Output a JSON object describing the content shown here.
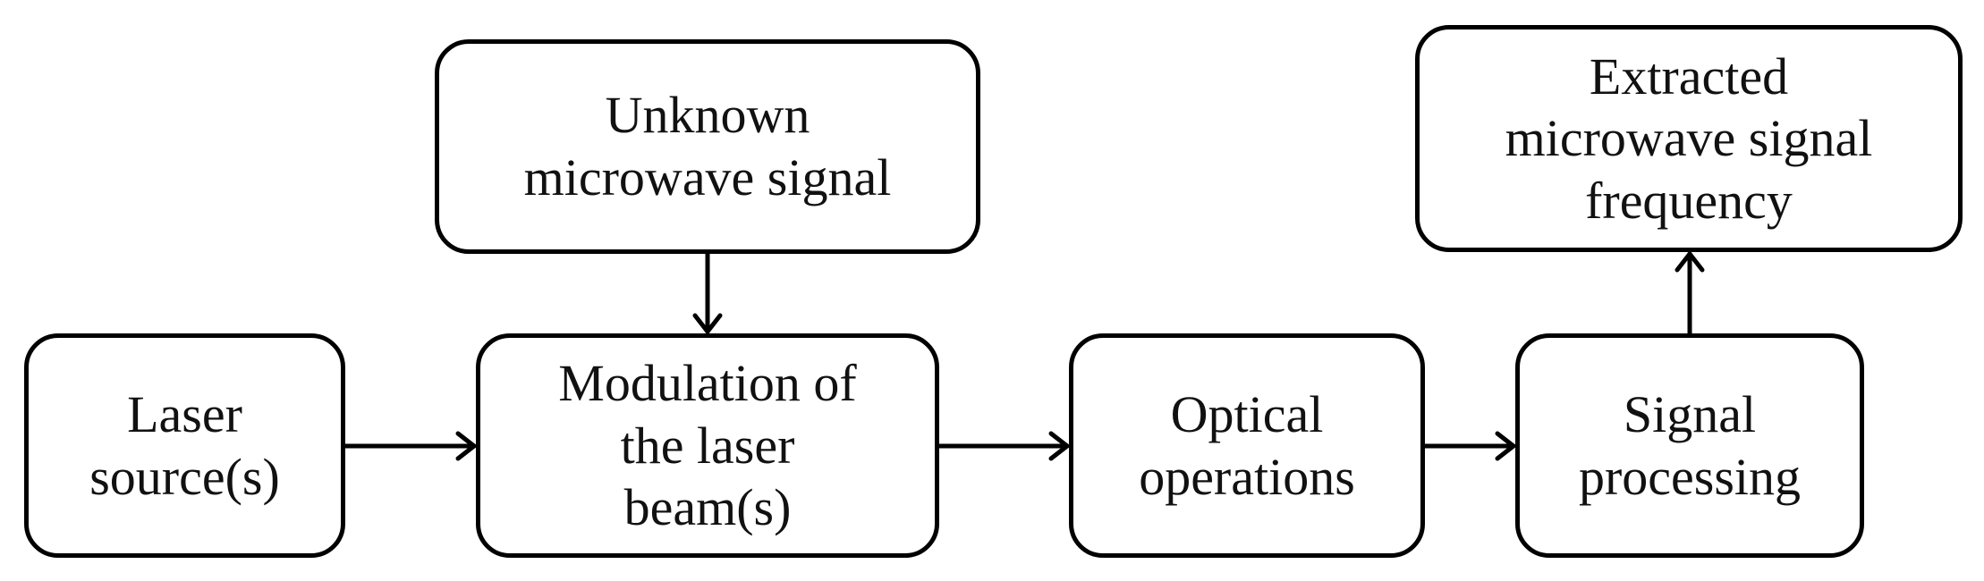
{
  "boxes": {
    "unknown_signal": {
      "lines": [
        "Unknown",
        "microwave signal"
      ]
    },
    "extracted_frequency": {
      "lines": [
        "Extracted",
        "microwave signal",
        "frequency"
      ]
    },
    "laser_source": {
      "lines": [
        "Laser",
        "source(s)"
      ]
    },
    "modulation": {
      "lines": [
        "Modulation of",
        "the laser",
        "beam(s)"
      ]
    },
    "optical_operations": {
      "lines": [
        "Optical",
        "operations"
      ]
    },
    "signal_processing": {
      "lines": [
        "Signal",
        "processing"
      ]
    }
  },
  "connections": [
    {
      "from": "laser_source",
      "to": "modulation"
    },
    {
      "from": "unknown_signal",
      "to": "modulation"
    },
    {
      "from": "modulation",
      "to": "optical_operations"
    },
    {
      "from": "optical_operations",
      "to": "signal_processing"
    },
    {
      "from": "signal_processing",
      "to": "extracted_frequency"
    }
  ]
}
